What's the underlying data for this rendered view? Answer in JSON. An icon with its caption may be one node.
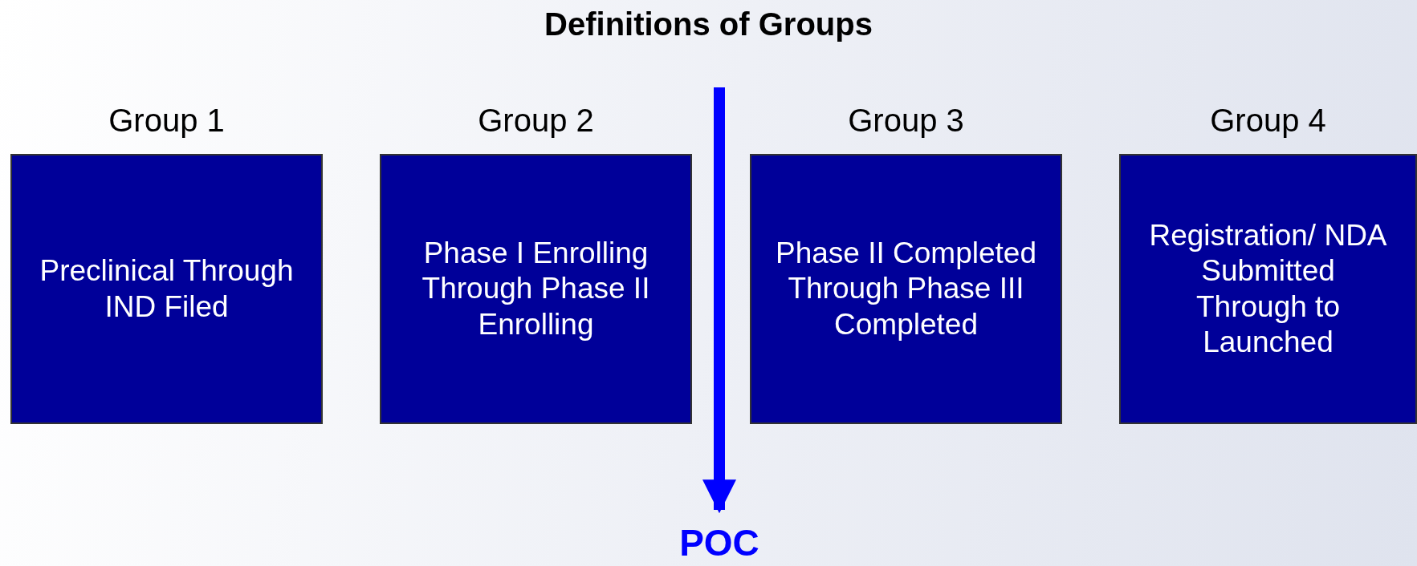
{
  "diagram": {
    "title": "Definitions of Groups",
    "nodes": [
      {
        "text": [
          "Group 1",
          "Preclinical Through IND Filed"
        ]
      },
      {
        "text": [
          "Group 2",
          "Phase I Enrolling Through Phase II Enrolling"
        ]
      },
      {
        "text": [
          "Group 3",
          "Phase II Completed Through Phase III Completed"
        ]
      },
      {
        "text": [
          "Group 4",
          "Registration/ NDA Submitted Through to Launched"
        ]
      },
      {
        "text": [
          "POC"
        ]
      }
    ],
    "edges": [
      {
        "from": null,
        "to": 4,
        "arrow": "to"
      }
    ]
  }
}
